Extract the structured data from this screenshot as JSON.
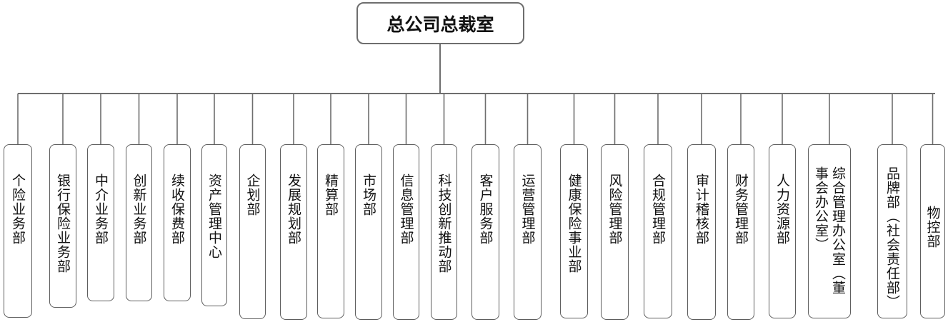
{
  "root": {
    "label": "总公司总裁室"
  },
  "departments": [
    {
      "label": "个险业务部"
    },
    {
      "label": "银行保险业务部"
    },
    {
      "label": "中介业务部"
    },
    {
      "label": "创新业务部"
    },
    {
      "label": "续收保费部"
    },
    {
      "label": "资产管理中心"
    },
    {
      "label": "企划部"
    },
    {
      "label": "发展规划部"
    },
    {
      "label": "精算部"
    },
    {
      "label": "市场部"
    },
    {
      "label": "信息管理部"
    },
    {
      "label": "科技创新推动部"
    },
    {
      "label": "客户服务部"
    },
    {
      "label": "运营管理部"
    },
    {
      "label": "健康保险事业部"
    },
    {
      "label": "风险管理部"
    },
    {
      "label": "合规管理部"
    },
    {
      "label": "审计稽核部"
    },
    {
      "label": "财务管理部"
    },
    {
      "label": "人力资源部"
    },
    {
      "label": "综合管理办公室（董事会办公室）"
    },
    {
      "label": "品牌部（社会责任部）"
    },
    {
      "label": "物控部"
    }
  ]
}
